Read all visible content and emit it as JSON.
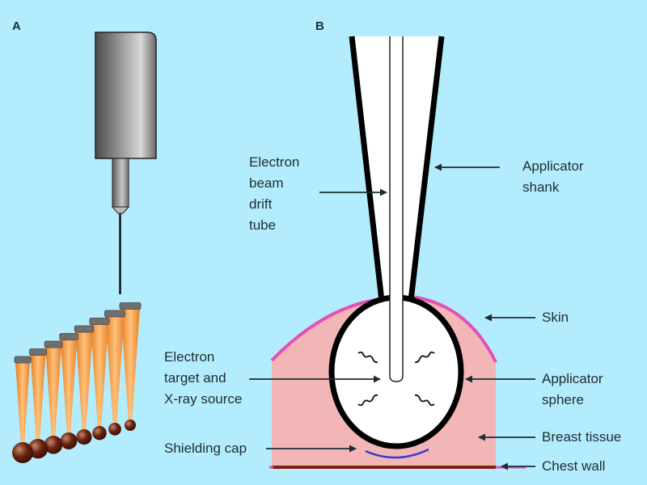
{
  "colors": {
    "background": "#b3ecfc",
    "skin": "#e34fb7",
    "breast_tissue": "#f2b6b6",
    "chest_wall": "#7a2410",
    "shielding_cap": "#3a3ad0",
    "applicator": "#000000",
    "catheter_orange": "#f59a3e",
    "sphere_brown": "#5a1e10"
  },
  "panels": {
    "a": {
      "label": "A"
    },
    "b": {
      "label": "B"
    }
  },
  "labels": {
    "electron_beam_drift_tube": "Electron\nbeam\ndrift\ntube",
    "applicator_shank": "Applicator\nshank",
    "skin": "Skin",
    "electron_target": "Electron\ntarget and\nX-ray source",
    "applicator_sphere": "Applicator\nsphere",
    "breast_tissue": "Breast tissue",
    "shielding_cap": "Shielding cap",
    "chest_wall": "Chest wall"
  },
  "applicator_set": {
    "count": 8
  }
}
